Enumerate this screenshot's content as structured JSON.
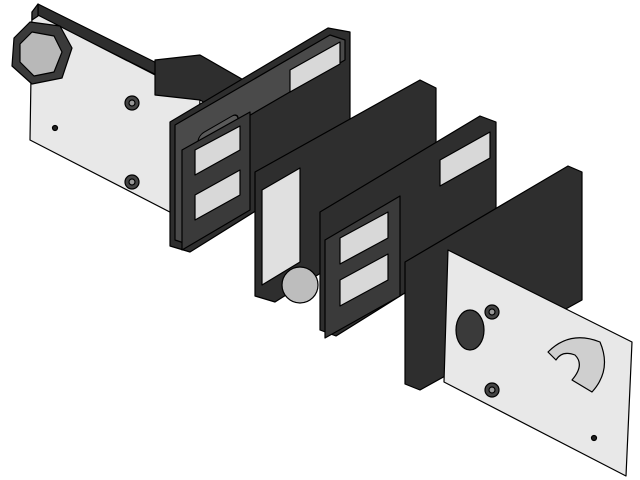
{
  "scene": {
    "background": "#ffffff",
    "colors": {
      "dark_part": "#2e2e2e",
      "dark_face": "#3c3c3c",
      "dark_highlight": "#5a5a5a",
      "plate": "#e8e8e8",
      "plate_shade": "#cfcfcf",
      "outline": "#000000"
    },
    "parts": [
      "left-end-plate",
      "bolt-head",
      "clamp-frame-1",
      "spacer-block",
      "clamp-frame-2",
      "right-backing-block",
      "right-end-plate"
    ]
  }
}
